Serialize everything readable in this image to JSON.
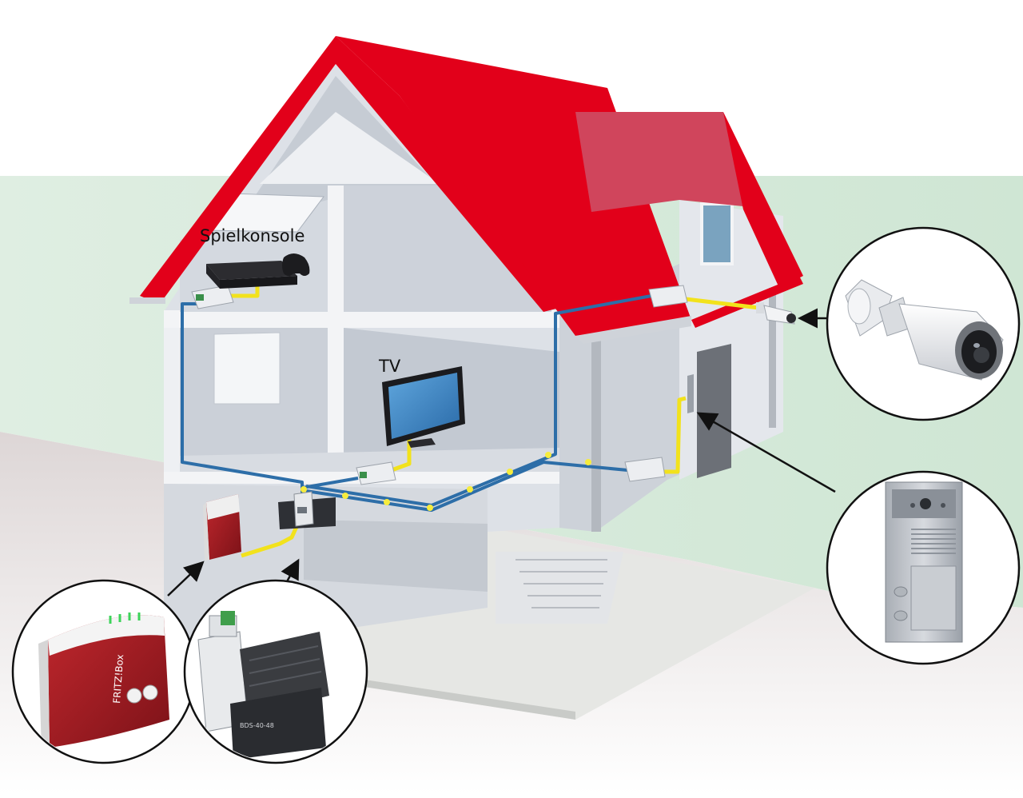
{
  "labels": {
    "game_console": "Spielkonsole",
    "tv": "TV"
  },
  "colors": {
    "roof": "#e2001a",
    "roof_side": "#d0455c",
    "wall_light": "#e4e8ee",
    "wall_mid": "#d3d8df",
    "wall_dark": "#b9bfc8",
    "cable_ethernet": "#2d6ea8",
    "cable_power": "#f2e21c",
    "ground": "#e9eae6",
    "lawn": "#d8ebdc"
  },
  "devices": [
    {
      "id": "router",
      "icon": "router-icon"
    },
    {
      "id": "poe-switch",
      "icon": "poe-switch-icon"
    },
    {
      "id": "ip-camera",
      "icon": "security-camera-icon"
    },
    {
      "id": "door-intercom",
      "icon": "door-intercom-icon"
    },
    {
      "id": "game-console",
      "icon": "game-console-icon"
    },
    {
      "id": "television",
      "icon": "tv-icon"
    }
  ],
  "router_brand": "FRITZ!Box",
  "psu_model": "BDS-40-48"
}
